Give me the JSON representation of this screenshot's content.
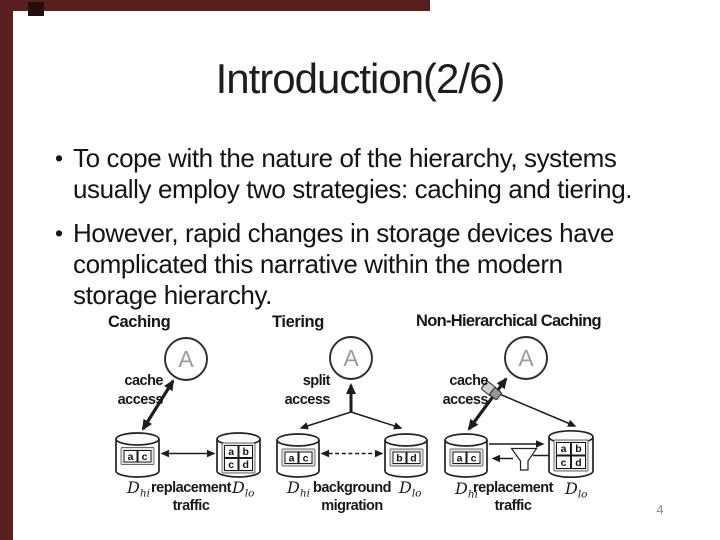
{
  "slide": {
    "title": "Introduction(2/6)",
    "bullet_char": "•",
    "bullets": [
      {
        "text": "To cope with the nature of the hierarchy, systems usually employ two strategies: caching and tiering.",
        "lines": [
          "To cope with the nature of the hierarchy, systems",
          "usually employ two strategies: caching and tiering."
        ]
      },
      {
        "text": "However, rapid changes in storage devices have complicated this narrative within the modern storage hierarchy.",
        "lines": [
          "However, rapid changes in storage devices have",
          "complicated this narrative within the modern",
          "storage hierarchy."
        ]
      }
    ],
    "page_number": "4"
  },
  "diagram": {
    "panels": [
      {
        "title": "Caching",
        "node": "A",
        "access": [
          "cache",
          "access"
        ],
        "hi_disk": {
          "name": "D",
          "sub": "hi",
          "cells": [
            "a",
            "c"
          ]
        },
        "lo_disk": {
          "name": "D",
          "sub": "lo",
          "cells": [
            "a",
            "b",
            "c",
            "d"
          ]
        },
        "flow": [
          "replacement",
          "traffic"
        ]
      },
      {
        "title": "Tiering",
        "node": "A",
        "access": [
          "split",
          "access"
        ],
        "hi_disk": {
          "name": "D",
          "sub": "hi",
          "cells": [
            "a",
            "c"
          ]
        },
        "lo_disk": {
          "name": "D",
          "sub": "lo",
          "cells": [
            "b",
            "d"
          ]
        },
        "flow": [
          "background",
          "migration"
        ]
      },
      {
        "title": "Non-Hierarchical Caching",
        "node": "A",
        "access": [
          "cache",
          "access"
        ],
        "hi_disk": {
          "name": "D",
          "sub": "hi",
          "cells": [
            "a",
            "c"
          ]
        },
        "lo_disk": {
          "name": "D",
          "sub": "lo",
          "cells": [
            "a",
            "b",
            "c",
            "d"
          ]
        },
        "flow": [
          "replacement",
          "traffic"
        ]
      }
    ]
  },
  "colors": {
    "accent_border": "#5a1f1f",
    "accent_border_dark": "#250d0d",
    "text": "#141414",
    "diagram_ink": "#1d1d1d",
    "node_letter": "#9b9b9b",
    "page_number": "#8c8c8c",
    "background": "#ffffff"
  }
}
